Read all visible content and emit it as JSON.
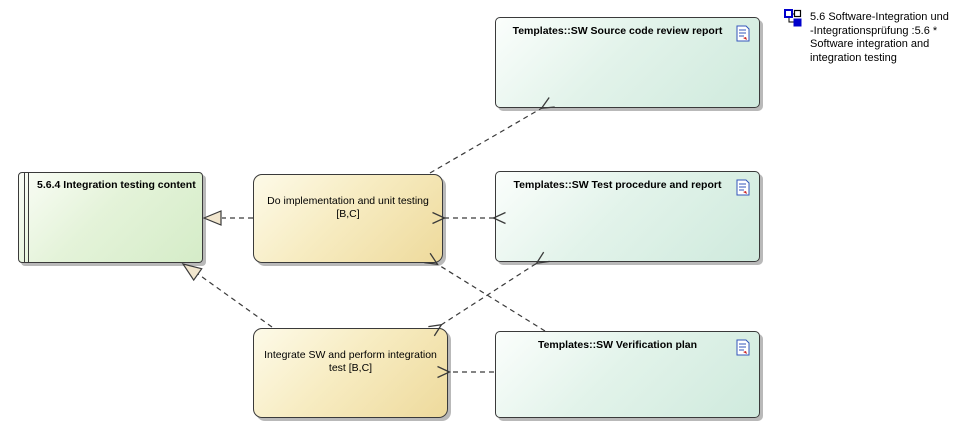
{
  "diagram": {
    "note": {
      "lines": [
        "5.6 Software-Integration und",
        "-Integrationsprüfung :5.6 *",
        "Software integration and",
        "integration testing"
      ]
    },
    "nodes": [
      {
        "id": "integration-testing-content",
        "label": "5.6.4 Integration testing content",
        "kind": "activity",
        "color": "green"
      },
      {
        "id": "do-implementation",
        "label": "Do implementation and unit testing [B,C]",
        "kind": "action",
        "color": "yellow"
      },
      {
        "id": "integrate-sw",
        "label": "Integrate SW and perform integration test [B,C]",
        "kind": "action",
        "color": "yellow"
      },
      {
        "id": "sw-source-code-review-report",
        "label": "Templates::SW Source code review report",
        "kind": "artifact",
        "color": "teal"
      },
      {
        "id": "sw-test-procedure-and-report",
        "label": "Templates::SW Test procedure and report",
        "kind": "artifact",
        "color": "teal"
      },
      {
        "id": "sw-verification-plan",
        "label": "Templates::SW Verification plan",
        "kind": "artifact",
        "color": "teal"
      }
    ],
    "edges": [
      {
        "from": "do-implementation",
        "to": "integration-testing-content",
        "type": "realization"
      },
      {
        "from": "integrate-sw",
        "to": "integration-testing-content",
        "type": "realization"
      },
      {
        "from": "do-implementation",
        "to": "sw-source-code-review-report",
        "type": "dependency"
      },
      {
        "from": "do-implementation",
        "to": "sw-test-procedure-and-report",
        "type": "dependency-bidirectional"
      },
      {
        "from": "integrate-sw",
        "to": "sw-test-procedure-and-report",
        "type": "dependency-bidirectional"
      },
      {
        "from": "sw-verification-plan",
        "to": "do-implementation",
        "type": "dependency"
      },
      {
        "from": "sw-verification-plan",
        "to": "integrate-sw",
        "type": "dependency"
      }
    ],
    "colors": {
      "teal_fill": "#cfeadd",
      "green_fill": "#d5ecc8",
      "yellow_fill": "#eeda9c",
      "border": "#3a3a3a",
      "realization_arrow_fill": "#f1e6ce",
      "doc_icon_blue": "#3355bb",
      "doc_icon_red": "#cc2222",
      "note_icon_blue": "#0000cc"
    }
  }
}
